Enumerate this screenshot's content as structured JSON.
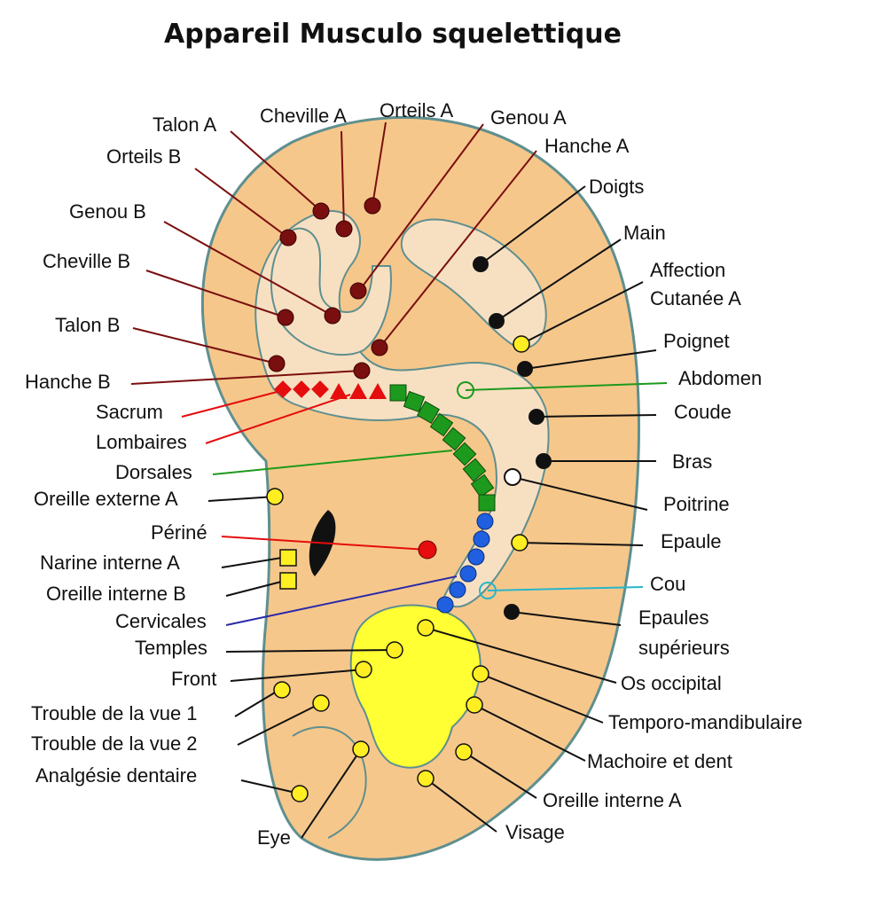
{
  "title": "Appareil Musculo squelettique",
  "colors": {
    "ear_skin": "#f6c78b",
    "ear_outline": "#5f8f8f",
    "inner_body": "#f7e0c2",
    "skull": "#ffff33",
    "dark_red": "#7a0f0f",
    "red": "#e50d0d",
    "green": "#1d9a1d",
    "blue": "#1f5fe0",
    "yellow_point": "#ffee22",
    "black_point": "#111111",
    "cyan": "#27b6c8",
    "navy": "#2a2aa8"
  },
  "labels": {
    "talon_a": "Talon A",
    "cheville_a": "Cheville A",
    "orteils_a": "Orteils A",
    "genou_a": "Genou A",
    "hanche_a": "Hanche A",
    "orteils_b": "Orteils B",
    "doigts": "Doigts",
    "genou_b": "Genou B",
    "main": "Main",
    "cheville_b": "Cheville B",
    "affection_1": "Affection",
    "affection_2": "Cutanée A",
    "talon_b": "Talon B",
    "poignet": "Poignet",
    "hanche_b": "Hanche B",
    "abdomen": "Abdomen",
    "sacrum": "Sacrum",
    "coude": "Coude",
    "lombaires": "Lombaires",
    "bras": "Bras",
    "dorsales": "Dorsales",
    "oreille_externe_a": "Oreille externe A",
    "poitrine": "Poitrine",
    "perine": "Périné",
    "epaule": "Epaule",
    "narine_interne_a": "Narine interne A",
    "cou": "Cou",
    "oreille_interne_b": "Oreille interne B",
    "epaules_sup_1": "Epaules",
    "epaules_sup_2": "supérieurs",
    "cervicales": "Cervicales",
    "temples": "Temples",
    "front": "Front",
    "os_occipital": "Os occipital",
    "trouble_vue_1": "Trouble de la vue 1",
    "temporo_mandibulaire": "Temporo-mandibulaire",
    "trouble_vue_2": "Trouble de la vue 2",
    "machoire_dent": "Machoire et dent",
    "analgesie_dentaire": "Analgésie dentaire",
    "oreille_interne_a": "Oreille interne A",
    "eye": "Eye",
    "visage": "Visage"
  }
}
